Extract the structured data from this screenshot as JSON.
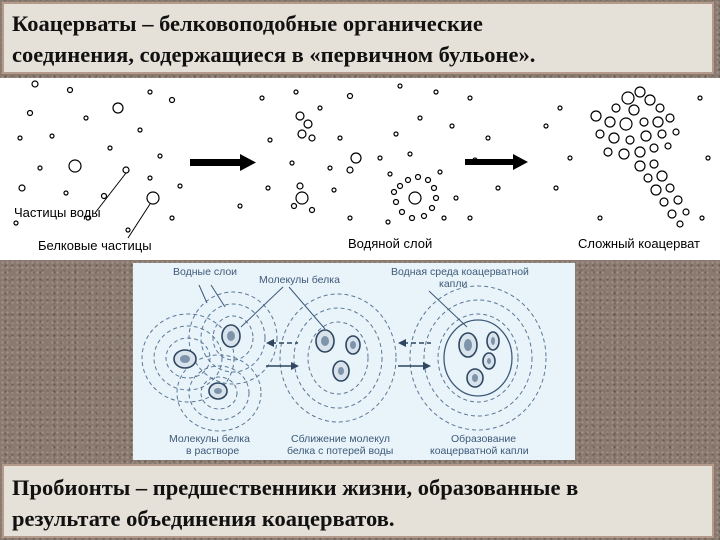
{
  "title": {
    "line1": "Коацерваты – белковоподобные органические",
    "line2": "соединения, содержащиеся в «первичном бульоне»."
  },
  "top_diagram": {
    "water_particles": "Частицы воды",
    "protein_particles": "Белковые частицы",
    "water_layer": "Водяной слой",
    "complex_coacervate": "Сложный коацерват"
  },
  "bottom_diagram": {
    "water_layers": "Водные слои",
    "protein_molecules": "Молекулы белка",
    "aqueous_medium_line1": "Водная среда коацерватной",
    "aqueous_medium_line2": "капли",
    "caption1_line1": "Молекулы белка",
    "caption1_line2": "в растворе",
    "caption2_line1": "Сближение молекул",
    "caption2_line2": "белка с потерей воды",
    "caption3_line1": "Образование",
    "caption3_line2": "коацерватной капли"
  },
  "footer": {
    "line1": "Пробионты – предшественники жизни, образованные в",
    "line2": "результате объединения коацерватов."
  },
  "colors": {
    "title_bg": "#e6e1d8",
    "title_border": "#b39a8a",
    "diagram_blue": "#3d5a78",
    "diagram_panel": "#e9f3fa"
  }
}
